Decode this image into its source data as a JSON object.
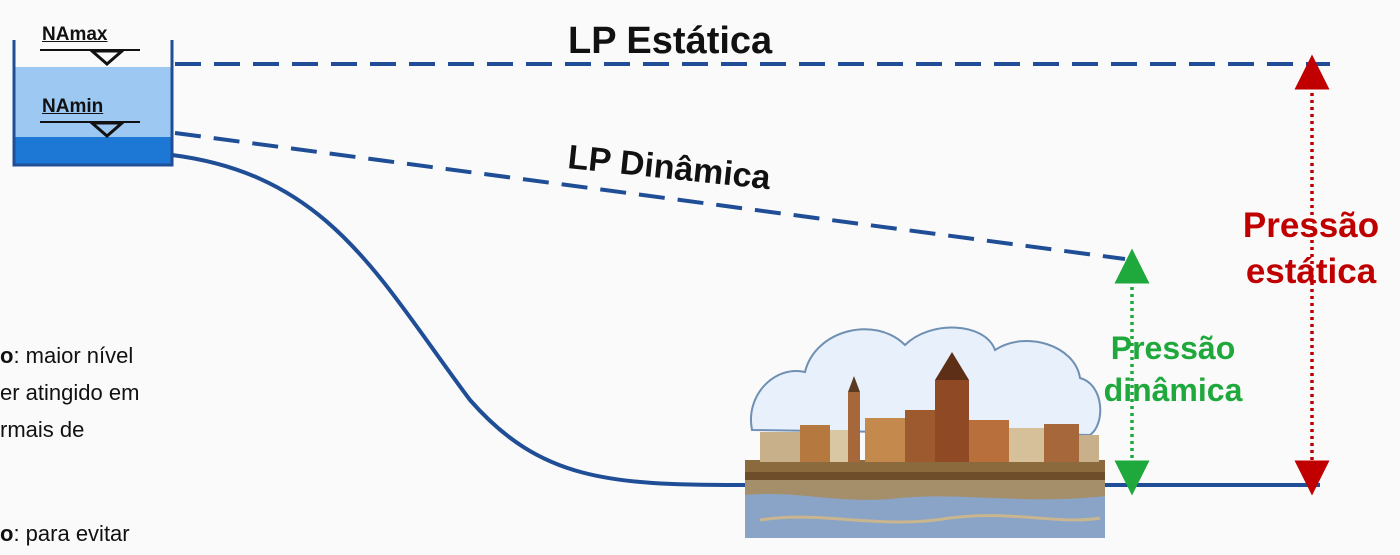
{
  "diagram": {
    "lp_estatica": "LP Estática",
    "lp_dinamica": "LP Dinâmica",
    "na_max": "NAmax",
    "na_min": "NAmin",
    "pressao_estatica": {
      "line1": "Pressão",
      "line2": "estática"
    },
    "pressao_dinamica": {
      "line1": "Pressão",
      "line2": "dinâmica"
    }
  },
  "side_text": {
    "line1_bold": "o",
    "line1_text": ": maior nível",
    "line2": "er atingido em",
    "line3": "rmais de",
    "line4_bold": "o",
    "line4_text": ": para evitar"
  },
  "colors": {
    "pipe_blue": "#1f4e96",
    "water_light": "#9cc8f2",
    "water_dark": "#1c78d4",
    "static_arrow": "#c00000",
    "dynamic_arrow": "#1fa83c"
  },
  "icons": {
    "city": "city-clipart"
  }
}
